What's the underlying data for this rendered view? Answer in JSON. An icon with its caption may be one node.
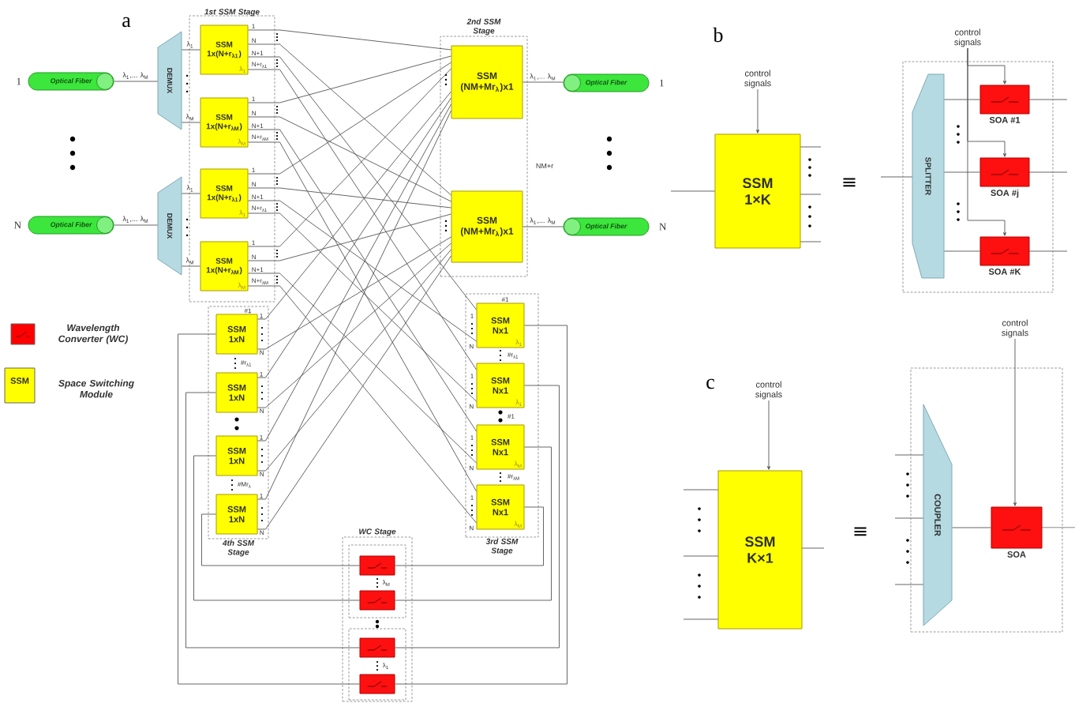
{
  "diagram": {
    "nodes": [
      {
        "text": [
          "1st SSM Stage"
        ]
      },
      {
        "text": [
          "SSM 1x(N+r$_{λ1}$)",
          "λ$_{1}$"
        ],
        "in": 0
      },
      {
        "text": [
          "SSM 1x(N+r$_{λM}$)",
          "λ$_{M}$"
        ],
        "in": 0
      },
      {
        "text": [
          "SSM 1x(N+r$_{λ1}$)",
          "λ$_{1}$"
        ],
        "in": 0
      },
      {
        "text": [
          "SSM 1x(N+r$_{λM}$)",
          "λ$_{M}$"
        ],
        "in": 0
      },
      {
        "text": [
          "Optical Fiber"
        ],
        "beside": [
          "1"
        ]
      },
      {
        "text": [
          "DEMUX"
        ]
      },
      {
        "text": [
          "Optical Fiber"
        ],
        "beside": [
          "N"
        ]
      },
      {
        "text": [
          "DEMUX"
        ]
      },
      {
        "text": [
          "2nd SSM Stage"
        ]
      },
      {
        "text": [
          "SSM (NM+Mr$_{λ}$)x1"
        ],
        "in": 9
      },
      {
        "text": [
          "SSM (NM+Mr$_{λ}$)x1"
        ],
        "in": 9
      },
      {
        "text": [
          "Optical Fiber"
        ],
        "beside": [
          "1"
        ]
      },
      {
        "text": [
          "Optical Fiber"
        ],
        "beside": [
          "N"
        ]
      },
      {
        "text": [
          "4th SSM Stage"
        ]
      },
      {
        "text": [
          "SSM 1xN"
        ],
        "in": 14,
        "beside": [
          "#1"
        ]
      },
      {
        "text": [
          "SSM 1xN"
        ],
        "in": 14,
        "beside": [
          "#r$_{λ1}$"
        ]
      },
      {
        "text": [
          "SSM 1xN"
        ],
        "in": 14
      },
      {
        "text": [
          "SSM 1xN"
        ],
        "in": 14,
        "beside": [
          "#Mr$_{λ}$"
        ]
      },
      {
        "text": [
          "3rd SSM Stage"
        ]
      },
      {
        "text": [
          "SSM Nx1",
          "λ$_{1}$"
        ],
        "in": 19,
        "beside": [
          "#1"
        ]
      },
      {
        "text": [
          "SSM Nx1",
          "λ$_{1}$"
        ],
        "in": 19,
        "beside": [
          "#r$_{λ1}$"
        ]
      },
      {
        "text": [
          "SSM Nx1",
          "λ$_{M}$"
        ],
        "in": 19,
        "beside": [
          "#1"
        ]
      },
      {
        "text": [
          "SSM Nx1",
          "λ$_{M}$"
        ],
        "in": 19,
        "beside": [
          "#r$_{λM}$"
        ]
      },
      {
        "text": [
          "WC Stage"
        ]
      },
      {
        "text": [],
        "shape": "box",
        "in": 24
      },
      {
        "text": [],
        "shape": "box",
        "in": 24
      },
      {
        "text": [],
        "shape": "box",
        "in": 25
      },
      {
        "text": [],
        "shape": "box",
        "in": 25
      },
      {
        "text": [],
        "shape": "box",
        "in": 26
      },
      {
        "text": [],
        "shape": "box",
        "in": 26
      },
      {
        "text": [
          "control signals"
        ]
      },
      {
        "text": [
          "SSM 1×K"
        ]
      },
      {
        "text": [],
        "shape": "box"
      },
      {
        "text": [
          "SPLITTER"
        ],
        "in": 33
      },
      {
        "text": [
          "control signals"
        ]
      },
      {
        "text": [],
        "shape": "box",
        "in": 33,
        "beside": [
          "SOA #1"
        ]
      },
      {
        "text": [],
        "shape": "box",
        "in": 33,
        "beside": [
          "SOA #j"
        ]
      },
      {
        "text": [],
        "shape": "box",
        "in": 33,
        "beside": [
          "SOA #K"
        ]
      },
      {
        "text": [
          "control signals"
        ]
      },
      {
        "text": [
          "SSM K×1"
        ]
      },
      {
        "text": [],
        "shape": "box"
      },
      {
        "text": [
          "COUPLER"
        ],
        "in": 41
      },
      {
        "text": [
          "control signals"
        ]
      },
      {
        "text": [],
        "shape": "box",
        "in": 41,
        "beside": [
          "SOA"
        ]
      }
    ],
    "edges": [
      {
        "from": 5,
        "to": 6,
        "arrow": "none",
        "label": "λ$_{1}$,... λ$_{M}$"
      },
      {
        "from": 7,
        "to": 8,
        "arrow": "none",
        "label": "λ$_{1}$,... λ$_{M}$"
      },
      {
        "from": 6,
        "to": 1,
        "arrow": "none",
        "label": "λ$_{1}$"
      },
      {
        "from": 6,
        "to": 2,
        "arrow": "none",
        "label": "λ$_{M}$"
      },
      {
        "from": 8,
        "to": 3,
        "arrow": "none",
        "label": "λ$_{1}$"
      },
      {
        "from": 8,
        "to": 4,
        "arrow": "none",
        "label": "λ$_{M}$"
      },
      {
        "from": 10,
        "to": 12,
        "arrow": "none",
        "label": "λ$_{1}$,... λ$_{M}$"
      },
      {
        "from": 11,
        "to": 13,
        "arrow": "none",
        "label": "λ$_{1}$,... λ$_{M}$"
      },
      {
        "from": 1,
        "to": 10,
        "arrow": "none"
      },
      {
        "from": 1,
        "to": 11,
        "arrow": "none"
      },
      {
        "from": 1,
        "to": 20,
        "arrow": "none"
      },
      {
        "from": 1,
        "to": 21,
        "arrow": "none"
      },
      {
        "from": 2,
        "to": 10,
        "arrow": "none"
      },
      {
        "from": 2,
        "to": 11,
        "arrow": "none"
      },
      {
        "from": 2,
        "to": 22,
        "arrow": "none"
      },
      {
        "from": 2,
        "to": 23,
        "arrow": "none"
      },
      {
        "from": 3,
        "to": 10,
        "arrow": "none"
      },
      {
        "from": 3,
        "to": 11,
        "arrow": "none"
      },
      {
        "from": 3,
        "to": 20,
        "arrow": "none"
      },
      {
        "from": 3,
        "to": 21,
        "arrow": "none"
      },
      {
        "from": 4,
        "to": 10,
        "arrow": "none"
      },
      {
        "from": 4,
        "to": 11,
        "arrow": "none"
      },
      {
        "from": 4,
        "to": 22,
        "arrow": "none"
      },
      {
        "from": 4,
        "to": 23,
        "arrow": "none"
      },
      {
        "from": 15,
        "to": 10,
        "arrow": "none"
      },
      {
        "from": 15,
        "to": 11,
        "arrow": "none"
      },
      {
        "from": 16,
        "to": 10,
        "arrow": "none"
      },
      {
        "from": 16,
        "to": 11,
        "arrow": "none"
      },
      {
        "from": 17,
        "to": 10,
        "arrow": "none"
      },
      {
        "from": 17,
        "to": 11,
        "arrow": "none"
      },
      {
        "from": 18,
        "to": 10,
        "arrow": "none"
      },
      {
        "from": 18,
        "to": 11,
        "arrow": "none"
      },
      {
        "from": 20,
        "to": 30,
        "arrow": "none"
      },
      {
        "from": 21,
        "to": 29,
        "arrow": "none"
      },
      {
        "from": 22,
        "to": 28,
        "arrow": "none"
      },
      {
        "from": 23,
        "to": 27,
        "arrow": "none"
      },
      {
        "from": 27,
        "to": 18,
        "arrow": "none"
      },
      {
        "from": 28,
        "to": 17,
        "arrow": "none"
      },
      {
        "from": 29,
        "to": 16,
        "arrow": "none"
      },
      {
        "from": 30,
        "to": 15,
        "arrow": "none"
      },
      {
        "from": 31,
        "to": 32,
        "arrow": "to"
      },
      {
        "from": 35,
        "to": 36,
        "arrow": "to"
      },
      {
        "from": 35,
        "to": 37,
        "arrow": "to"
      },
      {
        "from": 35,
        "to": 38,
        "arrow": "to"
      },
      {
        "from": 34,
        "to": 36,
        "arrow": "none"
      },
      {
        "from": 34,
        "to": 37,
        "arrow": "none"
      },
      {
        "from": 34,
        "to": 38,
        "arrow": "none"
      },
      {
        "from": 39,
        "to": 40,
        "arrow": "to"
      },
      {
        "from": 43,
        "to": 44,
        "arrow": "to"
      },
      {
        "from": 42,
        "to": 44,
        "arrow": "none"
      }
    ],
    "labels": [
      "a",
      "1",
      "N",
      "N+1",
      "N+r$_{λ1}$",
      "1",
      "N",
      "N+1",
      "N+r$_{λM}$",
      "1",
      "N",
      "N+1",
      "N+r$_{λ1}$",
      "1",
      "N",
      "N+1",
      "N+r$_{λM}$",
      "NM+r",
      "1",
      "N",
      "1",
      "N",
      "1",
      "N",
      "1",
      "N",
      "1",
      "N",
      "1",
      "N",
      "1",
      "N",
      "1",
      "N",
      "λ$_{M}$",
      "λ$_{1}$",
      "SSM",
      "b",
      "≡",
      "c",
      "≡"
    ],
    "legend": [
      {
        "text": "Wavelength Converter (WC)",
        "color": "#ff0000"
      },
      {
        "text": "Space Switching Module",
        "color": "#ffff00"
      }
    ]
  }
}
